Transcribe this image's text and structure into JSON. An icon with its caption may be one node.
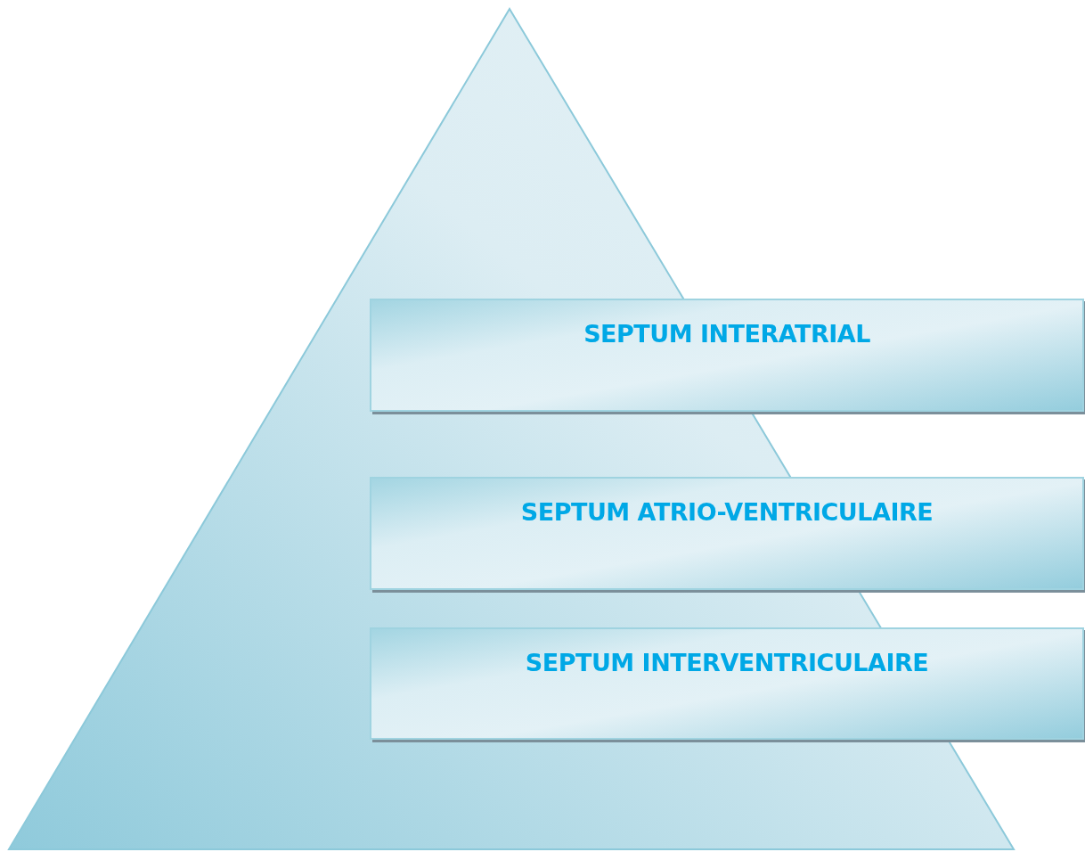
{
  "diagram": {
    "nodes": [
      {
        "text": [
          "SEPTUM INTERATRIAL"
        ]
      },
      {
        "text": [
          "SEPTUM ATRIO-VENTRICULAIRE"
        ]
      },
      {
        "text": [
          "SEPTUM INTERVENTRICULAIRE"
        ]
      }
    ]
  }
}
